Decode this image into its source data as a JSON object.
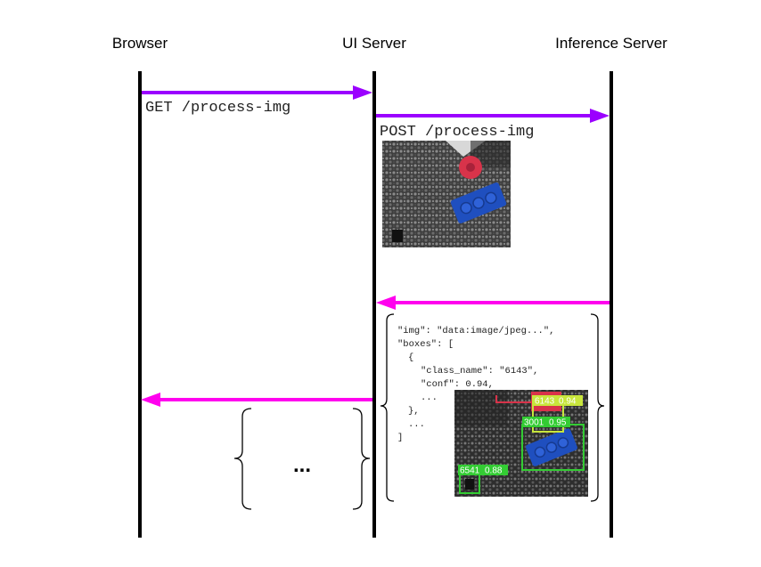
{
  "lanes": {
    "browser": "Browser",
    "ui_server": "UI Server",
    "inference_server": "Inference Server"
  },
  "messages": {
    "get": "GET /process-img",
    "post": "POST /process-img"
  },
  "response_json": [
    "\"img\": \"data:image/jpeg...\",",
    "\"boxes\": [",
    "{",
    "\"class_name\": \"6143\",",
    "\"conf\": 0.94,",
    "...",
    "},",
    "...",
    "]"
  ],
  "detections": [
    {
      "class_name": "6143",
      "conf": "0.94"
    },
    {
      "class_name": "3001",
      "conf": "0.95"
    },
    {
      "class_name": "6541",
      "conf": "0.88"
    }
  ],
  "ellipsis": "...",
  "colors": {
    "request_arrow": "#9b00ff",
    "response_arrow": "#ff00ee",
    "lifeline": "#000000",
    "bbox_green": "#33cc33",
    "bbox_yellow": "#c8e63c",
    "brick_blue": "#1f4fbf",
    "brick_red": "#d8334a"
  }
}
